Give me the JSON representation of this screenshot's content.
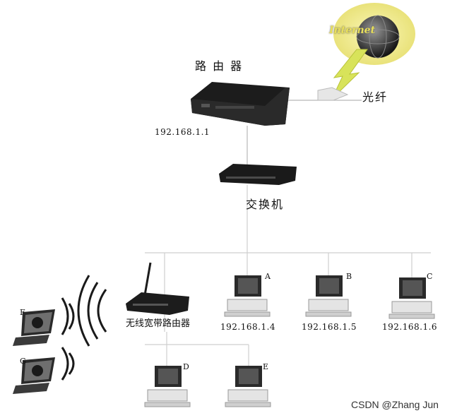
{
  "internet": {
    "label": "Internet"
  },
  "router": {
    "label": "路 由 器",
    "ip": "192.168.1.1"
  },
  "fiber": {
    "label": "光纤"
  },
  "switch": {
    "label": "交换机"
  },
  "wireless_router": {
    "label": "无线宽带路由器"
  },
  "computers": [
    {
      "tag": "A",
      "ip": "192.168.1.4"
    },
    {
      "tag": "B",
      "ip": "192.168.1.5"
    },
    {
      "tag": "C",
      "ip": "192.168.1.6"
    },
    {
      "tag": "D",
      "ip": ""
    },
    {
      "tag": "E",
      "ip": ""
    }
  ],
  "laptops": [
    {
      "tag": "F"
    },
    {
      "tag": "G"
    }
  ],
  "watermark": "CSDN @Zhang  Jun",
  "colors": {
    "line": "#b8b8b8",
    "device": "#1c1c1c",
    "bolt": "#d8e35a",
    "globe_glow": "#f3ef9a"
  }
}
